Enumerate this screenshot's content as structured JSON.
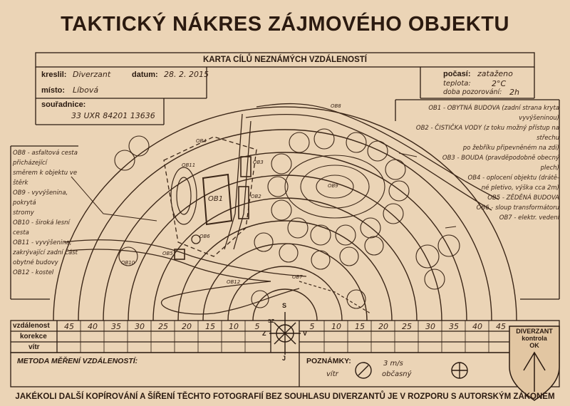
{
  "title": "TAKTICKÝ NÁKRES ZÁJMOVÉHO OBJEKTU",
  "card": {
    "heading": "KARTA CÍLŮ NEZNÁMÝCH VZDÁLENOSTÍ",
    "drew_label": "kreslil:",
    "drew_value": "Diverzant",
    "date_label": "datum:",
    "date_value": "28. 2. 2015",
    "place_label": "místo:",
    "place_value": "Líbová",
    "coords_label": "souřadnice:",
    "coords_value": "33 UXR 84201 13636",
    "weather_label": "počasí:",
    "weather_value": "zataženo",
    "temp_label": "teplota:",
    "temp_value": "2°C",
    "duration_label": "doba pozorování:",
    "duration_value": "2h"
  },
  "notes_left": [
    "OB8 - asfaltová cesta přicházející",
    "směrem k objektu ve štěrk",
    "OB9 - vyvýšenina, pokrytá",
    "stromy",
    "OB10 - široká lesní cesta",
    "OB11 - vyvýšenina,",
    "zakrývající zadní část",
    "obytné budovy",
    "OB12 - kostel"
  ],
  "notes_right": [
    "OB1 - OBYTNÁ BUDOVA (zadní strana kryta vyvýšeninou)",
    "OB2 - ČISTIČKA VODY (z toku možný přístup na střechu",
    "po žebříku připevněném na zdi)",
    "OB3 - BOUDA (pravděpodobně obecný",
    "plech)",
    "OB4 - oplocení objektu (drátě-",
    "né pletivo, výška cca 2m)",
    "OB5 - ZĚDĚNÁ BUDOVA",
    "OB6 - sloup transformátoru",
    "OB7 - elektr. vedení"
  ],
  "map_labels": {
    "ob1": "OB1",
    "ob2": "OB2",
    "ob3": "OB3",
    "ob4": "OB4",
    "ob5": "OB5",
    "ob6": "OB6",
    "ob7": "OB7",
    "ob8": "OB8",
    "ob9": "OB9",
    "ob10": "OB10",
    "ob11": "OB11",
    "ob12": "OB12",
    "compass_n": "S",
    "compass_s": "J",
    "compass_w": "Z",
    "compass_e": "V",
    "compass_sz": "SZ"
  },
  "table": {
    "row_labels": [
      "vzdálenost",
      "korekce",
      "vítr"
    ],
    "left_distances": [
      "45",
      "40",
      "35",
      "30",
      "25",
      "20",
      "15",
      "10",
      "5"
    ],
    "right_distances": [
      "5",
      "10",
      "15",
      "20",
      "25",
      "30",
      "35",
      "40",
      "45"
    ],
    "method_label": "METODA MĚŘENÍ VZDÁLENOSTÍ:",
    "notes_label": "POZNÁMKY:",
    "wind_label": "vítr",
    "wind_value": "3 m/s",
    "wind_note": "občasný"
  },
  "stamp": {
    "line1": "DIVERZANT",
    "line2": "kontrola",
    "line3": "OK"
  },
  "footer": "JAKÉKOLI DALŠÍ KOPÍROVÁNÍ A ŠÍŘENÍ TĚCHTO FOTOGRAFIÍ BEZ SOUHLASU DIVERZANTŮ JE V ROZPORU S AUTORSKÝM ZÁKONEM",
  "colors": {
    "paper": "#ebd4b6",
    "ink": "#2a1a10"
  }
}
